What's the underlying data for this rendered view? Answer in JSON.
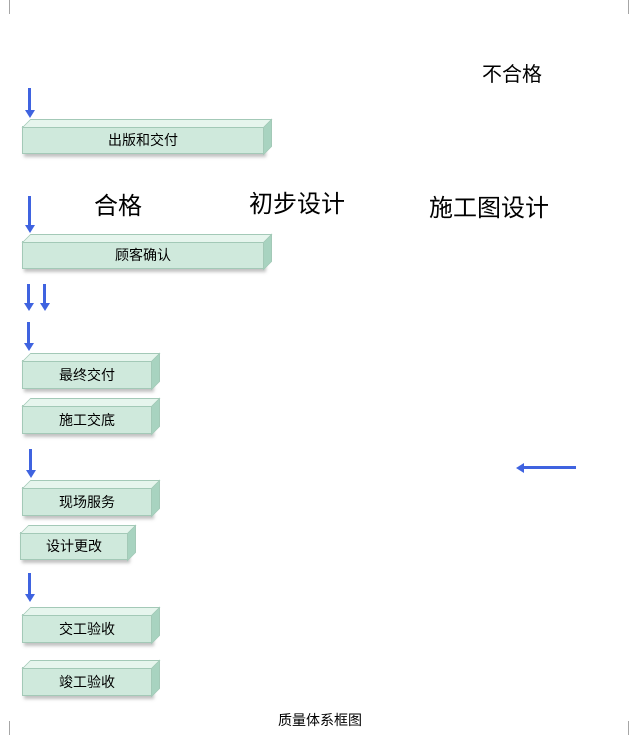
{
  "page": {
    "caption": "质量体系框图"
  },
  "flowchart": {
    "labels": {
      "not_qualified": "不合格",
      "qualified": "合格",
      "preliminary_design": "初步设计",
      "construction_drawing_design": "施工图设计"
    },
    "boxes": {
      "publish_delivery": "出版和交付",
      "customer_confirm": "顾客确认",
      "final_delivery": "最终交付",
      "construction_disclosure": "施工交底",
      "site_service": "现场服务",
      "design_change": "设计更改",
      "handover_acceptance": "交工验收",
      "completion_acceptance": "竣工验收"
    },
    "colors": {
      "box_fill": "#cfe9dc",
      "box_top_face": "#e6f5ed",
      "box_side_face": "#a8d3c0",
      "arrow_blue": "#3f63e0"
    }
  }
}
